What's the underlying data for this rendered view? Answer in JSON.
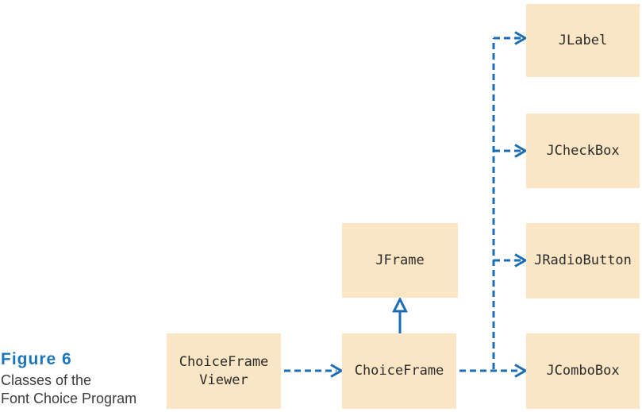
{
  "figure": {
    "label": "Figure 6",
    "caption": [
      "Classes of the",
      "Font Choice Program"
    ]
  },
  "colors": {
    "box_fill": "#fae5c4",
    "arrow_blue": "#1b6eb5",
    "figure_label_blue": "#1b75bc",
    "caption_text": "#3d3d3d",
    "box_text": "#2b2b2b"
  },
  "diagram": {
    "nodes": [
      {
        "id": "jlabel",
        "label": "JLabel"
      },
      {
        "id": "jcheckbox",
        "label": "JCheckBox"
      },
      {
        "id": "jradiobutton",
        "label": "JRadioButton"
      },
      {
        "id": "jcombobox",
        "label": "JComboBox"
      },
      {
        "id": "jframe",
        "label": "JFrame"
      },
      {
        "id": "choiceframeviewer",
        "label_line1": "ChoiceFrame",
        "label_line2": "Viewer"
      },
      {
        "id": "choiceframe",
        "label": "ChoiceFrame"
      }
    ],
    "edges": [
      {
        "from": "ChoiceFrameViewer",
        "to": "ChoiceFrame",
        "type": "dashed-dependency"
      },
      {
        "from": "ChoiceFrame",
        "to": "JComboBox",
        "type": "dashed-dependency"
      },
      {
        "from": "ChoiceFrame",
        "to": "JRadioButton",
        "type": "dashed-dependency"
      },
      {
        "from": "ChoiceFrame",
        "to": "JCheckBox",
        "type": "dashed-dependency"
      },
      {
        "from": "ChoiceFrame",
        "to": "JLabel",
        "type": "dashed-dependency"
      },
      {
        "from": "ChoiceFrame",
        "to": "JFrame",
        "type": "solid-inheritance"
      }
    ]
  }
}
